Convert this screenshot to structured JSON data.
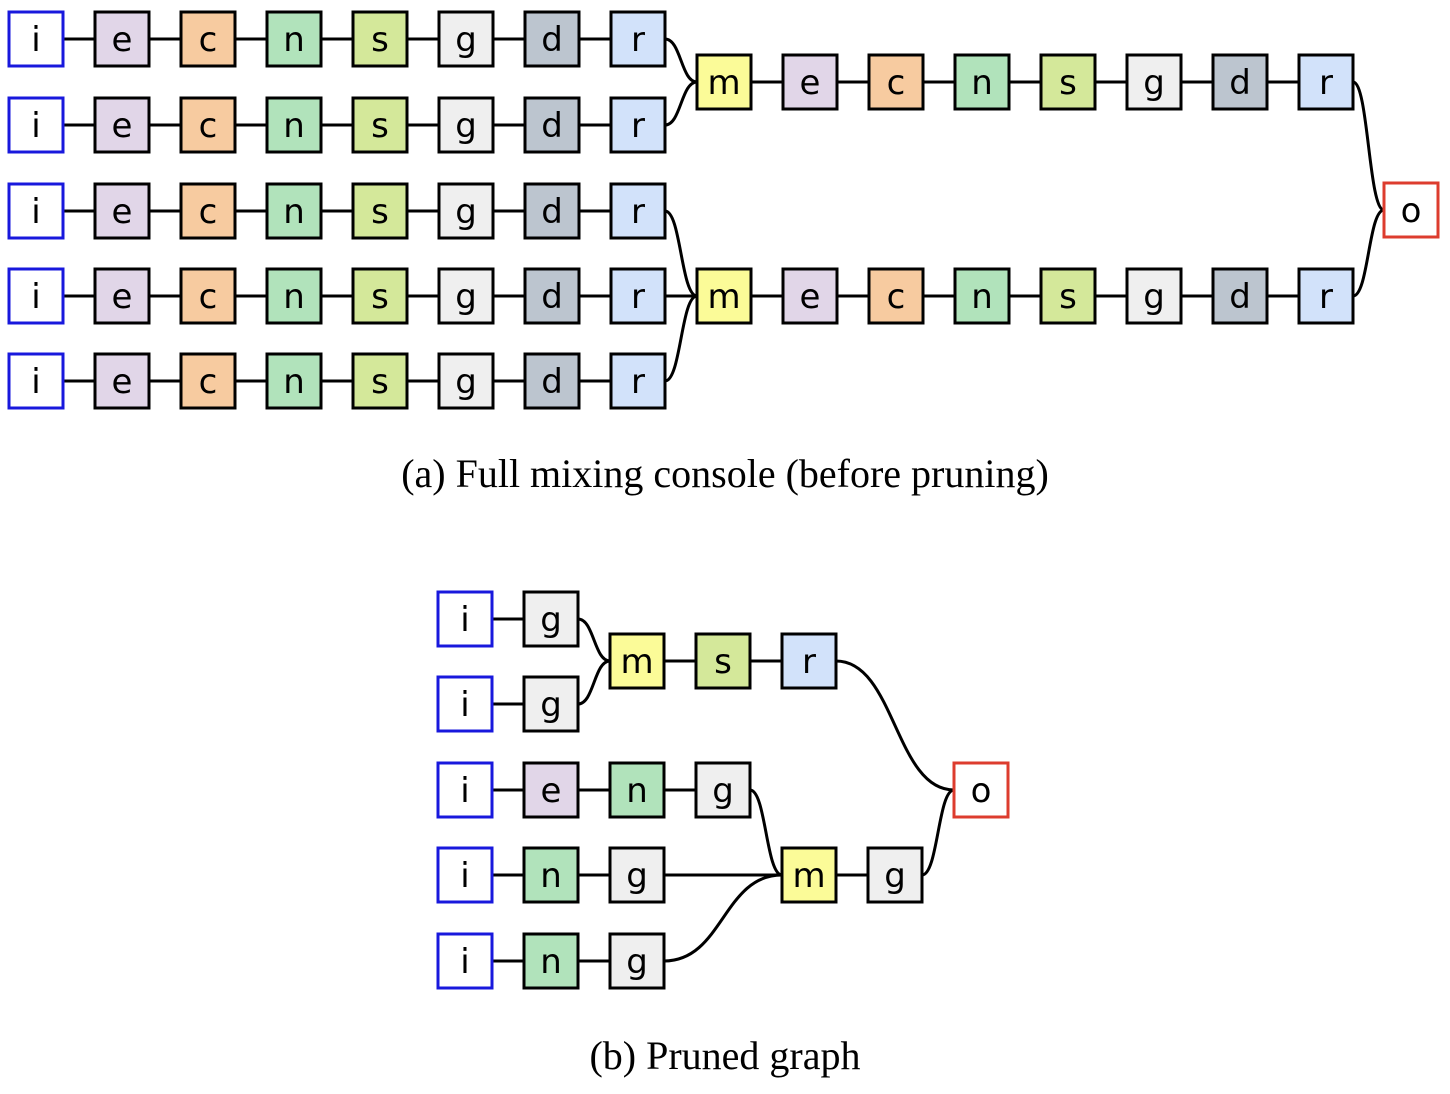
{
  "colors": {
    "i": "#ffffff",
    "e": "#e1d6e8",
    "c": "#f7cba0",
    "n": "#b1e3bb",
    "s": "#d4e89a",
    "g": "#efefef",
    "d": "#bcc5cf",
    "r": "#d2e2fa",
    "m": "#fbfb98",
    "o": "#ffffff",
    "i_border": "#1818dd",
    "o_border": "#dd3c2e",
    "default_border": "#000000",
    "edge": "#000000"
  },
  "diagrams": [
    {
      "id": "full",
      "caption": "(a) Full mixing console (before pruning)",
      "groups": [
        {
          "chains": [
            [
              "i",
              "e",
              "c",
              "n",
              "s",
              "g",
              "d",
              "r"
            ],
            [
              "i",
              "e",
              "c",
              "n",
              "s",
              "g",
              "d",
              "r"
            ]
          ],
          "bus": [
            "m",
            "e",
            "c",
            "n",
            "s",
            "g",
            "d",
            "r"
          ]
        },
        {
          "chains": [
            [
              "i",
              "e",
              "c",
              "n",
              "s",
              "g",
              "d",
              "r"
            ],
            [
              "i",
              "e",
              "c",
              "n",
              "s",
              "g",
              "d",
              "r"
            ],
            [
              "i",
              "e",
              "c",
              "n",
              "s",
              "g",
              "d",
              "r"
            ]
          ],
          "bus": [
            "m",
            "e",
            "c",
            "n",
            "s",
            "g",
            "d",
            "r"
          ]
        }
      ],
      "output": "o"
    },
    {
      "id": "pruned",
      "caption": "(b) Pruned graph",
      "groups": [
        {
          "chains": [
            [
              "i",
              "g"
            ],
            [
              "i",
              "g"
            ]
          ],
          "bus": [
            "m",
            "s",
            "r"
          ]
        },
        {
          "chains": [
            [
              "i",
              "e",
              "n",
              "g"
            ],
            [
              "i",
              "n",
              "g"
            ],
            [
              "i",
              "n",
              "g"
            ]
          ],
          "bus": [
            "m",
            "g"
          ]
        }
      ],
      "output": "o"
    }
  ]
}
